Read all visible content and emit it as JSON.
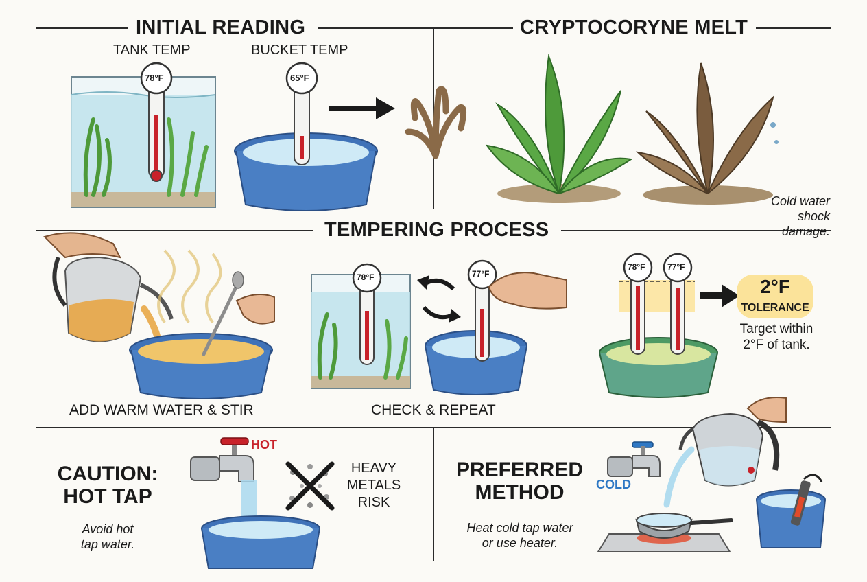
{
  "sections": {
    "initial_reading": {
      "title": "INITIAL READING",
      "tank_label": "TANK TEMP",
      "bucket_label": "BUCKET TEMP",
      "tank_reading": "78°F",
      "bucket_reading": "65°F"
    },
    "melt": {
      "title": "CRYPTOCORYNE MELT",
      "note_line1": "Cold water",
      "note_line2": "shock damage."
    },
    "tempering": {
      "title": "TEMPERING PROCESS",
      "step1_caption": "ADD WARM WATER & STIR",
      "step2_caption": "CHECK & REPEAT",
      "tank_reading": "78°F",
      "bucket_reading": "77°F",
      "compare_tank": "78°F",
      "compare_bucket": "77°F",
      "tolerance_value": "2°F",
      "tolerance_label": "TOLERANCE",
      "target_line1": "Target within",
      "target_line2": "2°F of tank."
    },
    "caution": {
      "title_line1": "CAUTION:",
      "title_line2": "HOT TAP",
      "hot_label": "HOT",
      "risk_line1": "HEAVY",
      "risk_line2": "METALS",
      "risk_line3": "RISK",
      "note_line1": "Avoid hot",
      "note_line2": "tap water."
    },
    "preferred": {
      "title_line1": "PREFERRED",
      "title_line2": "METHOD",
      "cold_label": "COLD",
      "note_line1": "Heat cold tap water",
      "note_line2": "or use heater."
    }
  },
  "colors": {
    "mercury": "#c8222a",
    "water": "#a9d8ee",
    "bucket": "#4a7fc4",
    "plant": "#4e9a3a",
    "melt": "#8a6a48",
    "hot": "#c8222a",
    "cold": "#2f78c4",
    "tolerance_glow": "#fbe39a"
  }
}
